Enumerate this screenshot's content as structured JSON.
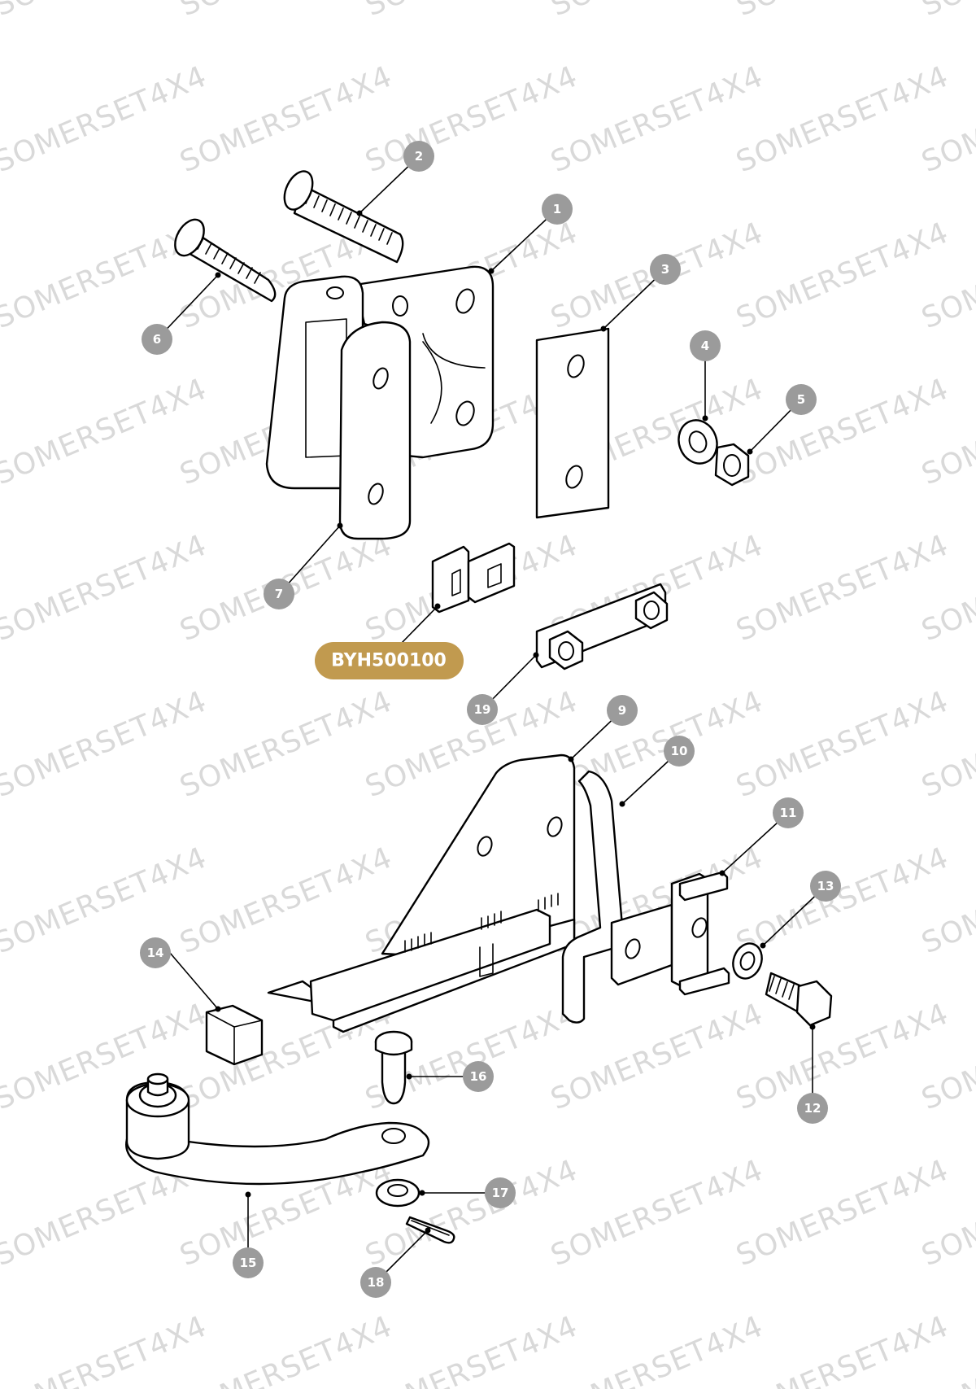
{
  "watermark": "SOMERSET4X4",
  "colors": {
    "callout": "#9b9b9b",
    "part_number_badge": "#c19a4f",
    "watermark": "#d9d9d9"
  },
  "part_number": "BYH500100",
  "callouts": [
    "1",
    "2",
    "3",
    "4",
    "5",
    "6",
    "7",
    "9",
    "10",
    "11",
    "12",
    "13",
    "14",
    "15",
    "16",
    "17",
    "18",
    "19"
  ]
}
